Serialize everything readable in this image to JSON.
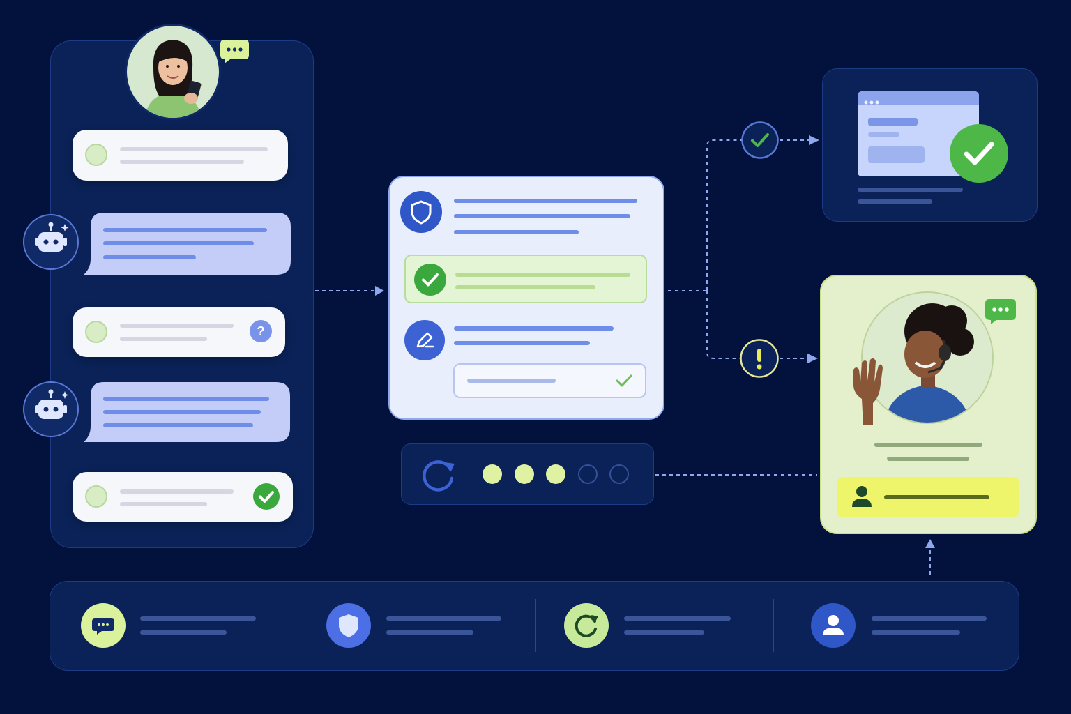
{
  "colors": {
    "background": "#03123d",
    "panel": "#0a2257",
    "accent_blue": "#6e8de8",
    "accent_green": "#4db848",
    "accent_lime": "#eef56a",
    "warning": "#e5e89a"
  },
  "conversation": {
    "messages": [
      {
        "sender": "customer",
        "status": "sent"
      },
      {
        "sender": "bot"
      },
      {
        "sender": "customer",
        "status": "question"
      },
      {
        "sender": "bot"
      },
      {
        "sender": "customer",
        "status": "resolved"
      }
    ]
  },
  "verification": {
    "steps": [
      {
        "icon": "shield-icon",
        "state": "info"
      },
      {
        "icon": "check-icon",
        "state": "verified"
      },
      {
        "icon": "pencil-icon",
        "state": "edit"
      }
    ]
  },
  "progress": {
    "completed_steps": 3,
    "total_steps": 5
  },
  "branches": [
    {
      "outcome": "resolved",
      "icon": "check-circle-icon"
    },
    {
      "outcome": "escalate",
      "icon": "exclamation-icon"
    }
  ],
  "legend": {
    "items": [
      {
        "icon": "chat-icon",
        "color": "#d9f29b"
      },
      {
        "icon": "shield-icon",
        "color": "#4c6fe6"
      },
      {
        "icon": "refresh-icon",
        "color": "#c7ea9a"
      },
      {
        "icon": "user-icon",
        "color": "#2f57c8"
      }
    ]
  }
}
